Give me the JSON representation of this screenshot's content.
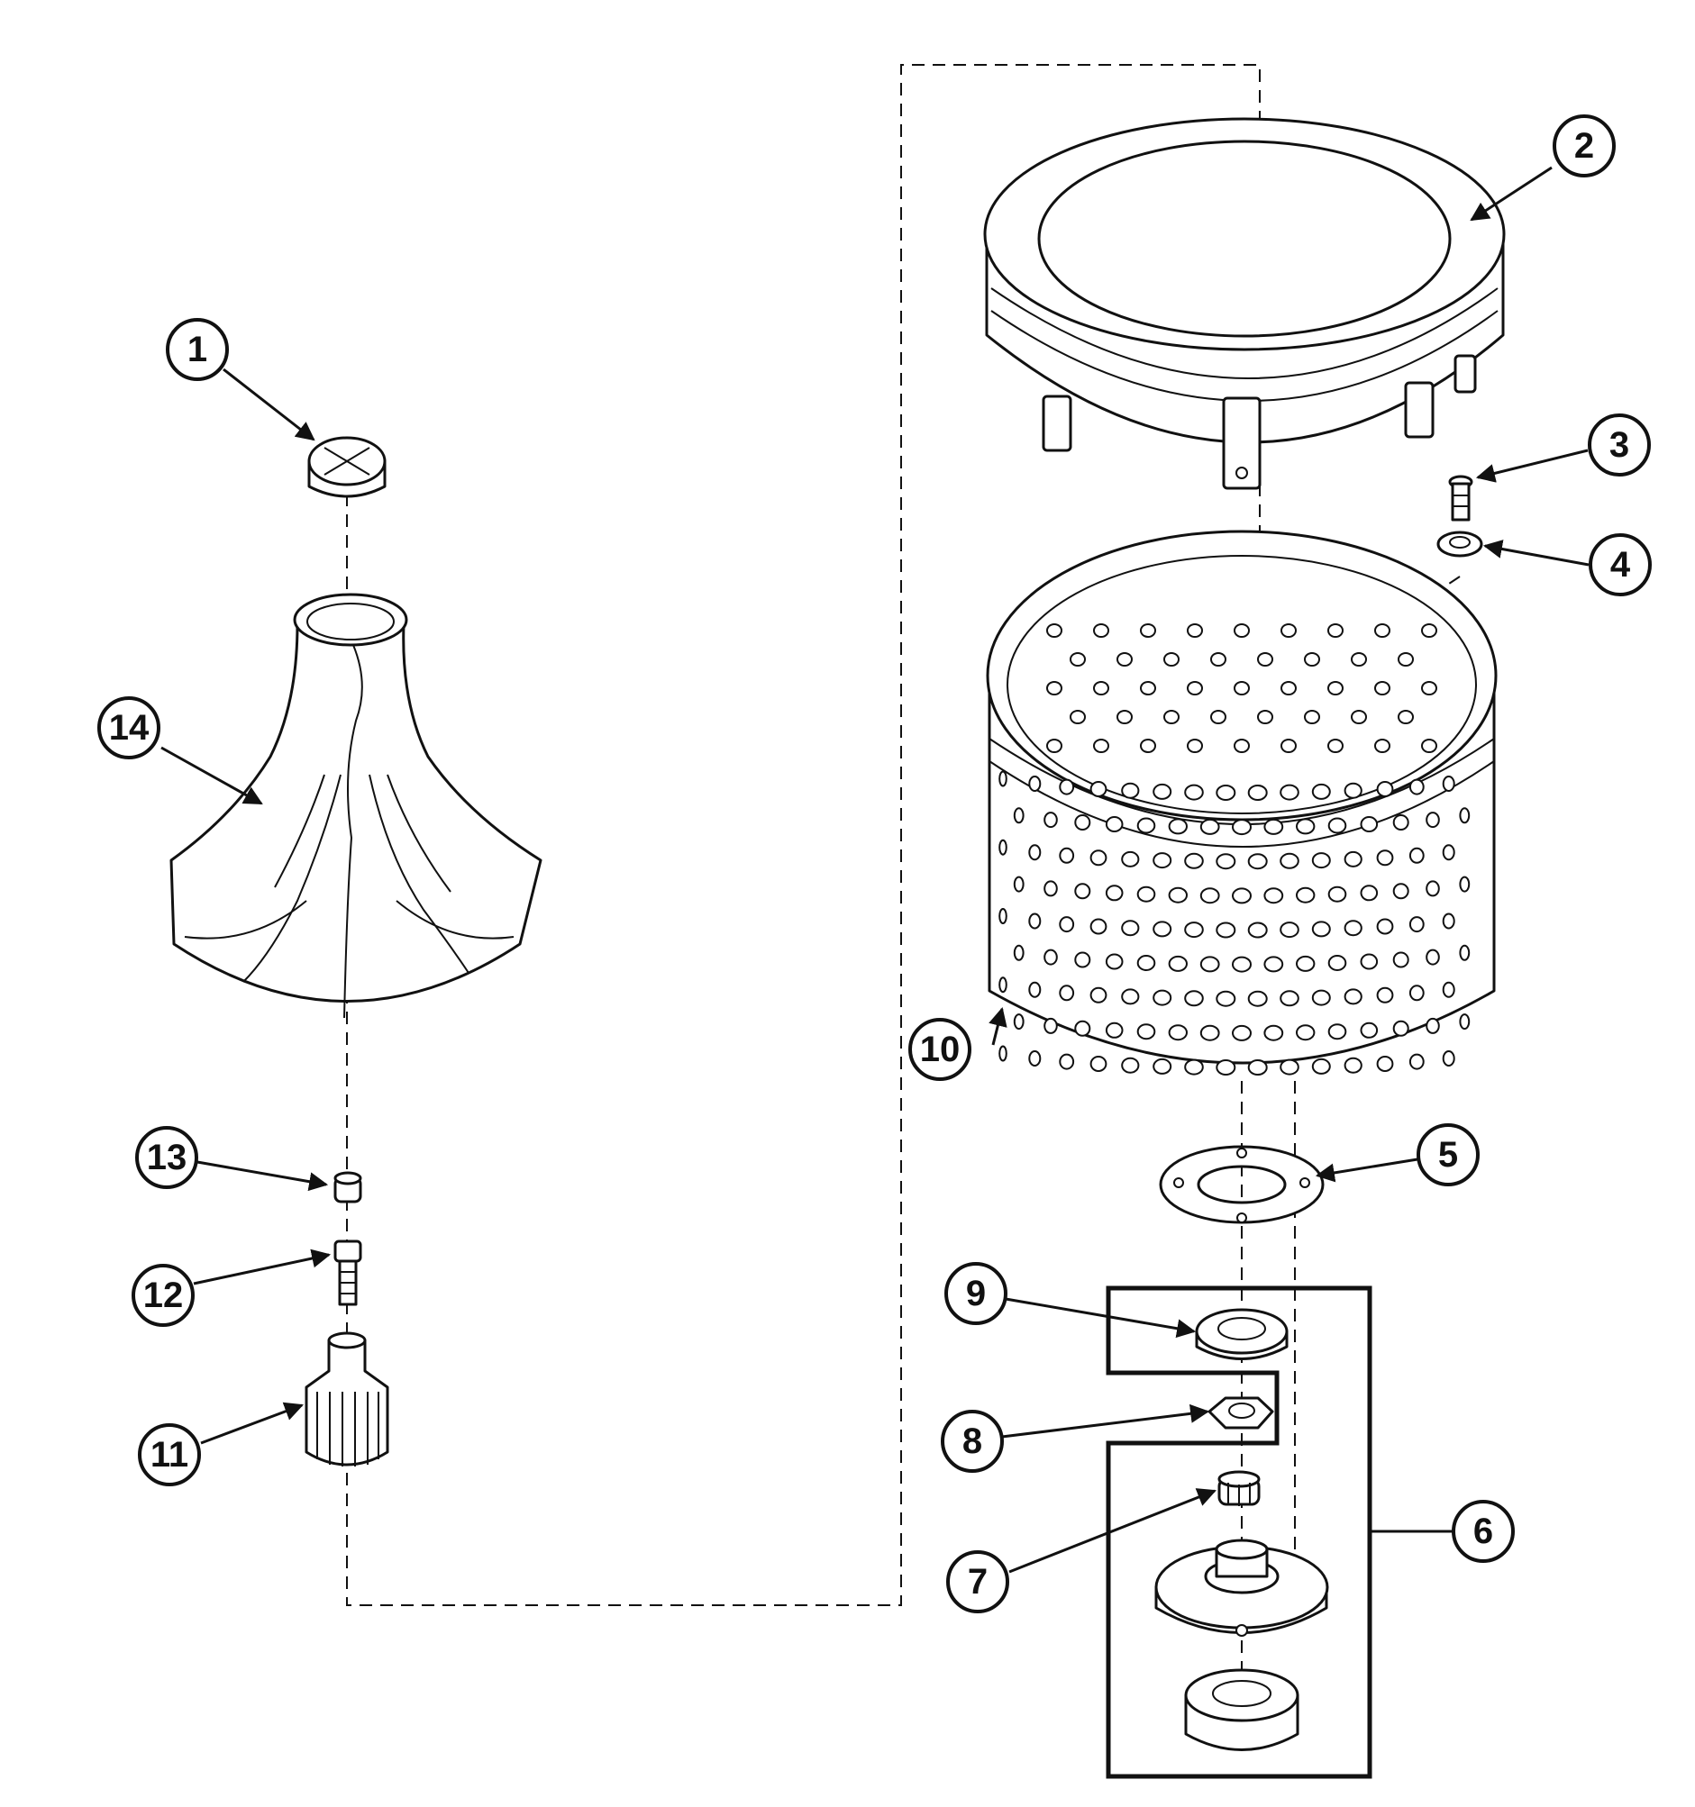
{
  "callouts": [
    {
      "id": "c1",
      "label": "1"
    },
    {
      "id": "c2",
      "label": "2"
    },
    {
      "id": "c3",
      "label": "3"
    },
    {
      "id": "c4",
      "label": "4"
    },
    {
      "id": "c5",
      "label": "5"
    },
    {
      "id": "c6",
      "label": "6"
    },
    {
      "id": "c7",
      "label": "7"
    },
    {
      "id": "c8",
      "label": "8"
    },
    {
      "id": "c9",
      "label": "9"
    },
    {
      "id": "c10",
      "label": "10"
    },
    {
      "id": "c11",
      "label": "11"
    },
    {
      "id": "c12",
      "label": "12"
    },
    {
      "id": "c13",
      "label": "13"
    },
    {
      "id": "c14",
      "label": "14"
    }
  ],
  "colors": {
    "line": "#111111",
    "background": "#ffffff"
  }
}
